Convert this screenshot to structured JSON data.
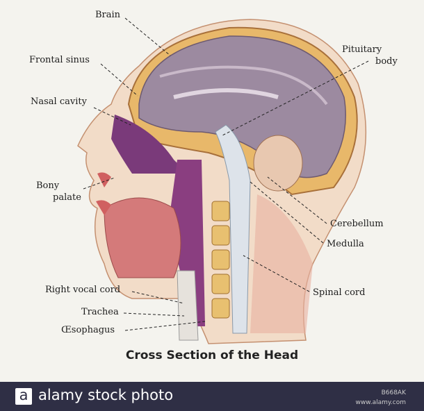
{
  "diagram": {
    "title": "Cross Section of the Head",
    "labels": {
      "brain": "Brain",
      "frontal_sinus": "Frontal sinus",
      "nasal_cavity": "Nasal cavity",
      "bony_palate_1": "Bony",
      "bony_palate_2": "palate",
      "pituitary_1": "Pituitary",
      "pituitary_2": "body",
      "cerebellum": "Cerebellum",
      "medulla": "Medulla",
      "spinal_cord": "Spinal cord",
      "vocal_cord": "Right vocal cord",
      "trachea": "Trachea",
      "oesophagus": "Œsophagus"
    }
  },
  "watermark": {
    "logo_letter": "a",
    "brand": "alamy stock photo",
    "image_id": "B668AK",
    "url": "www.alamy.com"
  }
}
